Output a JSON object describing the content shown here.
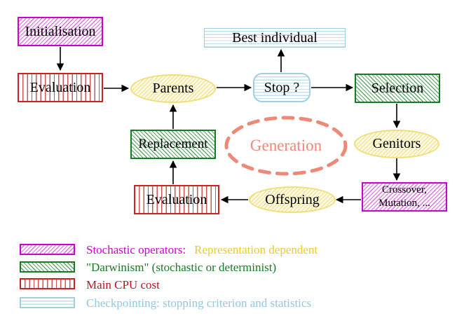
{
  "nodes": {
    "initialisation": "Initialisation",
    "evaluation_top": "Evaluation",
    "parents": "Parents",
    "best_individual": "Best individual",
    "stop": "Stop ?",
    "selection": "Selection",
    "genitors": "Genitors",
    "crossover_line1": "Crossover,",
    "crossover_line2": "Mutation, ...",
    "offspring": "Offspring",
    "evaluation_bottom": "Evaluation",
    "replacement": "Replacement",
    "generation": "Generation"
  },
  "legend": [
    {
      "swatch": "magenta-diagonal-hatch",
      "label": "Stochastic operators:",
      "label_suffix": "Representation dependent"
    },
    {
      "swatch": "green-diagonal-hatch",
      "label": "\"Darwinism\" (stochastic or determinist)"
    },
    {
      "swatch": "red-vertical-stripes",
      "label": "Main CPU cost"
    },
    {
      "swatch": "cyan-horizontal-stripes",
      "label": "Checkpointing: stopping criterion and statistics"
    }
  ],
  "colors": {
    "magenta": "#cc00cc",
    "red_border": "#cc2222",
    "red_text": "#bb1122",
    "green": "#197a22",
    "cyan_border": "#9fcfe0",
    "cyan_text": "#93c6e0",
    "yellow_border": "#efdf7a",
    "yellow_text": "#edc92f",
    "salmon": "#ee8877",
    "arrow": "#000000"
  }
}
